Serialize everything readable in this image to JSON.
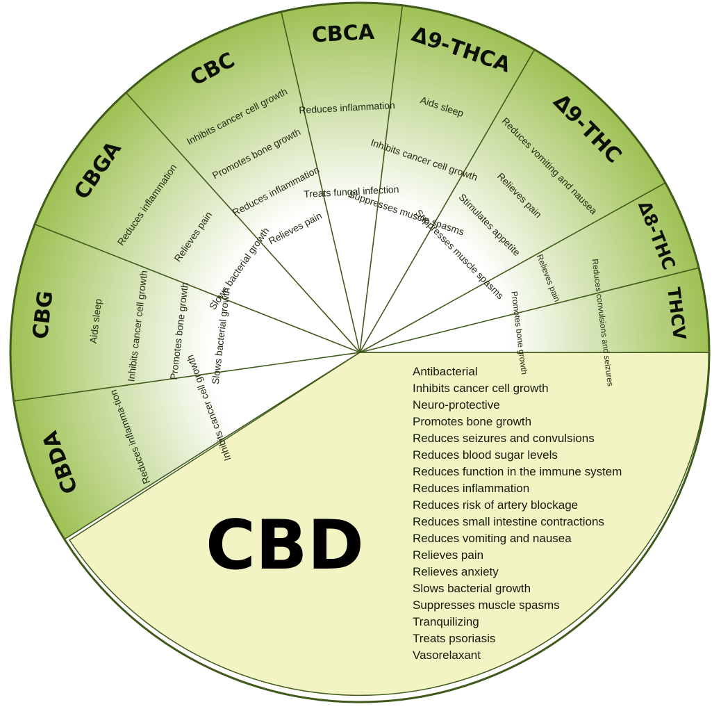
{
  "colors": {
    "outer": "#9dc052",
    "inner": "#ffffff",
    "cbd_fill": "#f3f4c4",
    "line": "#3f5a1a",
    "rim": "#3f5a1a"
  },
  "segments": [
    {
      "id": "cbda",
      "title": "CBDA",
      "effects": [
        "Reduces inflamma-tion",
        "Inhibits cancer cell growth"
      ]
    },
    {
      "id": "cbg",
      "title": "CBG",
      "effects": [
        "Aids sleep",
        "Inhibits cancer cell growth",
        "Promotes bone growth",
        "Slows bacterial growth"
      ]
    },
    {
      "id": "cbga",
      "title": "CBGA",
      "effects": [
        "Reduces inflammation",
        "Relieves pain",
        "Slows bacterial growth"
      ]
    },
    {
      "id": "cbc",
      "title": "CBC",
      "effects": [
        "Inhibits cancer cell growth",
        "Promotes bone growth",
        "Reduces inflammation",
        "Relieves pain"
      ]
    },
    {
      "id": "cbca",
      "title": "CBCA",
      "effects": [
        "Reduces inflammation",
        "Treats fungal infection"
      ]
    },
    {
      "id": "d9thca",
      "title": "Δ9-THCA",
      "effects": [
        "Aids sleep",
        "Inhibits cancer cell growth",
        "Suppresses muscle spasms"
      ]
    },
    {
      "id": "d9thc",
      "title": "Δ9-THC",
      "effects": [
        "Reduces vomiting and nausea",
        "Relieves pain",
        "Stimulates appetite",
        "Suppresses muscle spasms"
      ]
    },
    {
      "id": "d8thc",
      "title": "Δ8-THC",
      "effects": [
        "Relieves pain"
      ]
    },
    {
      "id": "thcv",
      "title": "THCV",
      "effects": [
        "Reduces convulsions and seizures",
        "Promotes bone growth"
      ]
    }
  ],
  "cbd": {
    "title": "CBD",
    "effects": [
      "Antibacterial",
      "Inhibits cancer cell growth",
      "Neuro-protective",
      "Promotes bone growth",
      "Reduces seizures and convulsions",
      "Reduces blood sugar levels",
      "Reduces function in the immune system",
      "Reduces inflammation",
      "Reduces risk of artery blockage",
      "Reduces small intestine contractions",
      "Reduces vomiting and nausea",
      "Relieves pain",
      "Relieves anxiety",
      "Slows bacterial growth",
      "Suppresses muscle spasms",
      "Tranquilizing",
      "Treats psoriasis",
      "Vasorelaxant"
    ]
  }
}
